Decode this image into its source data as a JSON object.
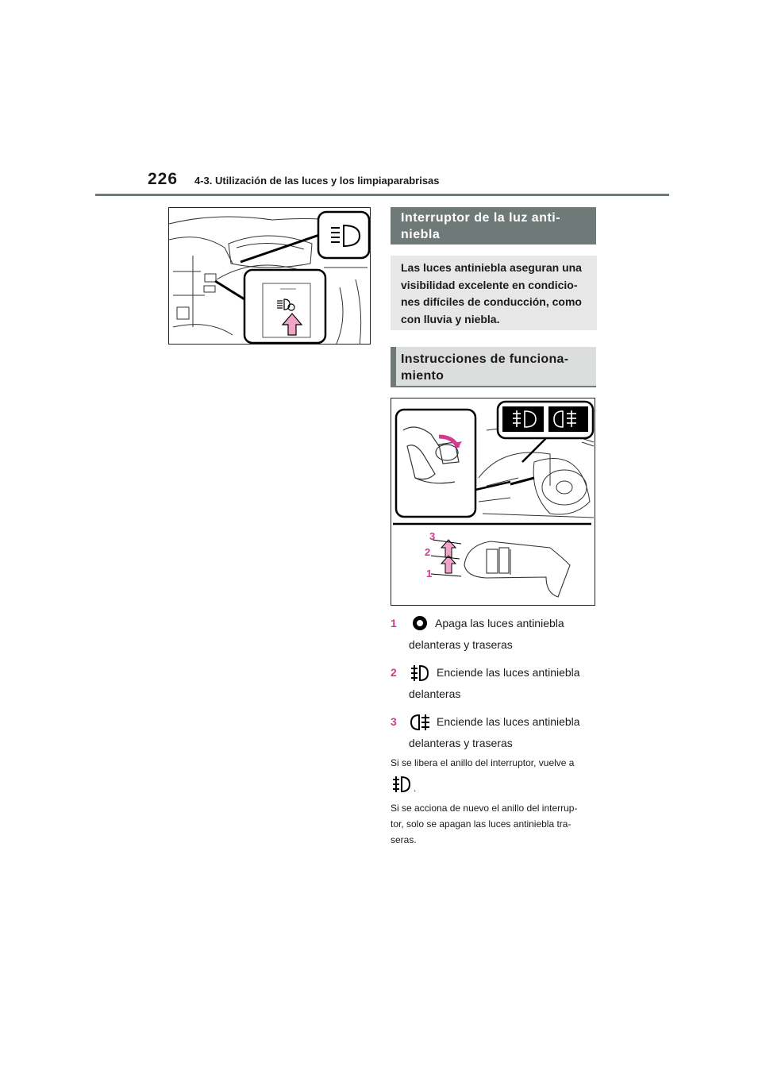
{
  "header": {
    "page_number": "226",
    "section_title": "4-3. Utilización de las luces y los limpiaparabrisas"
  },
  "section": {
    "heading": "Interruptor de la luz anti-niebla",
    "intro": "Las luces antiniebla aseguran una visibilidad excelente en condicio-nes difíciles de conducción, como con lluvia y niebla.",
    "subheading": "Instrucciones de funciona-miento"
  },
  "figure2_labels": [
    "3",
    "2",
    "1"
  ],
  "items": [
    {
      "num": "1",
      "icon": "fog-off-icon",
      "line1": "Apaga las luces antiniebla",
      "line2": "delanteras y traseras"
    },
    {
      "num": "2",
      "icon": "front-fog-icon",
      "line1": "Enciende las luces antiniebla",
      "line2": "delanteras"
    },
    {
      "num": "3",
      "icon": "front-rear-fog-icon",
      "line1": "Enciende las luces antiniebla",
      "line2": "delanteras y traseras"
    }
  ],
  "notes": {
    "note1": "Si se libera el anillo del interruptor, vuelve a",
    "note1_end": ".",
    "note2_line1": "Si se acciona de nuevo el anillo del interrup-",
    "note2_line2": "tor, solo se apagan las luces antiniebla tra-",
    "note2_line3": "seras."
  },
  "colors": {
    "accent_grey": "#6f7a78",
    "light_grey": "#e6e7e6",
    "number_pink": "#d13a8e"
  }
}
